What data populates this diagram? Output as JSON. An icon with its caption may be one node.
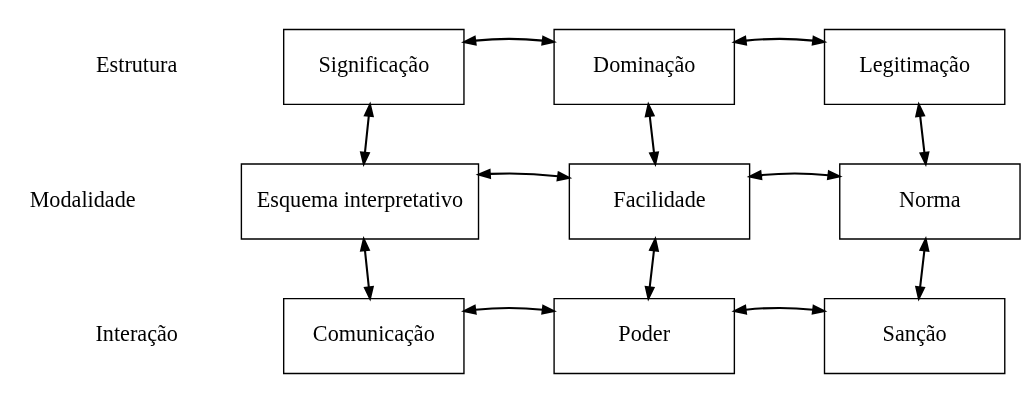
{
  "diagram": {
    "nodes": [
      {
        "text": [
          "Significação"
        ]
      },
      {
        "text": [
          "Dominação"
        ]
      },
      {
        "text": [
          "Legitimação"
        ]
      },
      {
        "text": [
          "Esquema interpretativo"
        ]
      },
      {
        "text": [
          "Facilidade"
        ]
      },
      {
        "text": [
          "Norma"
        ]
      },
      {
        "text": [
          "Comunicação"
        ]
      },
      {
        "text": [
          "Poder"
        ]
      },
      {
        "text": [
          "Sanção"
        ]
      }
    ],
    "edges": [
      {
        "from": 0,
        "to": 1,
        "arrow": "both"
      },
      {
        "from": 1,
        "to": 2,
        "arrow": "both"
      },
      {
        "from": 0,
        "to": 3,
        "arrow": "both"
      },
      {
        "from": 1,
        "to": 4,
        "arrow": "both"
      },
      {
        "from": 2,
        "to": 5,
        "arrow": "both"
      },
      {
        "from": 3,
        "to": 4,
        "arrow": "both"
      },
      {
        "from": 4,
        "to": 5,
        "arrow": "both"
      },
      {
        "from": 3,
        "to": 6,
        "arrow": "both"
      },
      {
        "from": 4,
        "to": 7,
        "arrow": "both"
      },
      {
        "from": 5,
        "to": 8,
        "arrow": "both"
      },
      {
        "from": 6,
        "to": 7,
        "arrow": "both"
      },
      {
        "from": 7,
        "to": 8,
        "arrow": "both"
      }
    ],
    "labels": [
      "Estrutura",
      "Modalidade",
      "Interação"
    ]
  }
}
